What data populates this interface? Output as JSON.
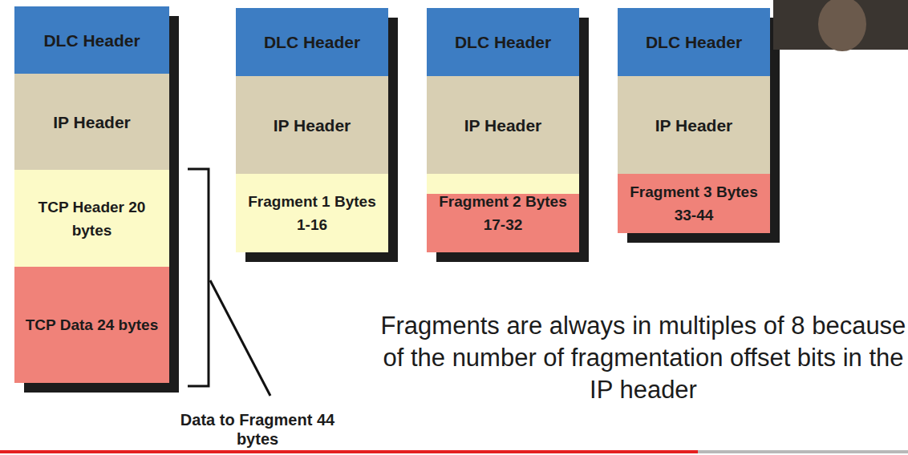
{
  "diagram": {
    "nodes": [
      {
        "text": [
          "DLC Header"
        ]
      },
      {
        "text": [
          "IP Header"
        ]
      },
      {
        "text": [
          "TCP Header 20 bytes"
        ]
      },
      {
        "text": [
          "TCP Data 24 bytes"
        ]
      },
      {
        "text": [
          "DLC Header"
        ]
      },
      {
        "text": [
          "IP Header"
        ]
      },
      {
        "text": [
          "Fragment 1 Bytes 1-16"
        ]
      },
      {
        "text": [
          "DLC Header"
        ]
      },
      {
        "text": [
          "IP Header"
        ]
      },
      {
        "text": [
          "Fragment 2 Bytes 17-32"
        ]
      },
      {
        "text": [
          "DLC Header"
        ]
      },
      {
        "text": [
          "IP Header"
        ]
      },
      {
        "text": [
          "Fragment 3 Bytes 33-44"
        ]
      }
    ],
    "labels": [
      "Data to Fragment 44 bytes",
      "Fragments are always in multiples of 8 because of the number of fragmentation offset bits in the IP header"
    ]
  }
}
